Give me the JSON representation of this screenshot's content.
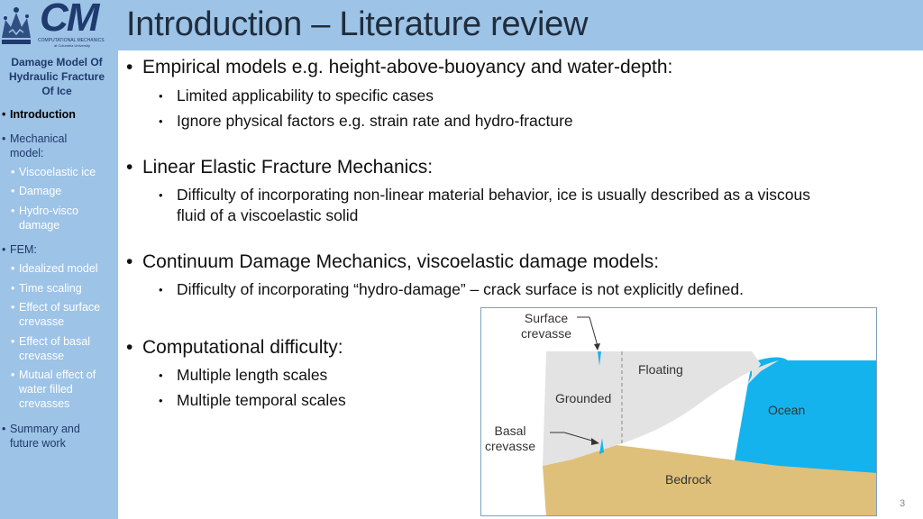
{
  "slide": {
    "title": "Introduction – Literature review",
    "page_number": "3"
  },
  "logo": {
    "text_big": "CM",
    "text_small_1": "COMPUTATIONAL MECHANICS",
    "text_small_2": "at Columbia University"
  },
  "sidebar": {
    "title_lines": [
      "Damage Model Of",
      "Hydraulic Fracture",
      "Of Ice"
    ],
    "items": [
      {
        "label": "Introduction"
      },
      {
        "label_lines": [
          "Mechanical",
          "model:"
        ]
      },
      {
        "label": "Viscoelastic ice"
      },
      {
        "label": "Damage"
      },
      {
        "label_lines": [
          "Hydro-visco",
          "damage"
        ]
      },
      {
        "label": "FEM:"
      },
      {
        "label": "Idealized model"
      },
      {
        "label": "Time scaling"
      },
      {
        "label_lines": [
          "Effect of surface",
          "crevasse"
        ]
      },
      {
        "label_lines": [
          "Effect of basal",
          "crevasse"
        ]
      },
      {
        "label_lines": [
          "Mutual effect of",
          "water filled",
          "crevasses"
        ]
      },
      {
        "label_lines": [
          "Summary and",
          "future work"
        ]
      }
    ]
  },
  "content": {
    "sections": [
      {
        "heading": "Empirical models e.g. height-above-buoyancy and water-depth:",
        "subs": [
          "Limited applicability to specific cases",
          "Ignore physical factors e.g. strain rate and hydro-fracture"
        ]
      },
      {
        "heading": "Linear Elastic Fracture Mechanics:",
        "subs": [
          "Difficulty of incorporating non-linear material behavior, ice is usually described as a viscous",
          "fluid of a viscoelastic solid"
        ]
      },
      {
        "heading": "Continuum Damage Mechanics, viscoelastic damage models:",
        "subs": [
          "Difficulty of incorporating “hydro-damage” –  crack surface is not explicitly defined."
        ]
      },
      {
        "heading": "Computational difficulty:",
        "subs": [
          "Multiple length scales",
          "Multiple temporal scales"
        ]
      }
    ]
  },
  "figure": {
    "labels": {
      "surface_crevasse": [
        "Surface",
        "crevasse"
      ],
      "basal_crevasse": [
        "Basal",
        "crevasse"
      ],
      "floating": "Floating",
      "grounded": "Grounded",
      "ocean": "Ocean",
      "bedrock": "Bedrock"
    },
    "colors": {
      "ice": "#e3e3e3",
      "ocean": "#14b3ee",
      "bedrock": "#dfc07b"
    }
  }
}
